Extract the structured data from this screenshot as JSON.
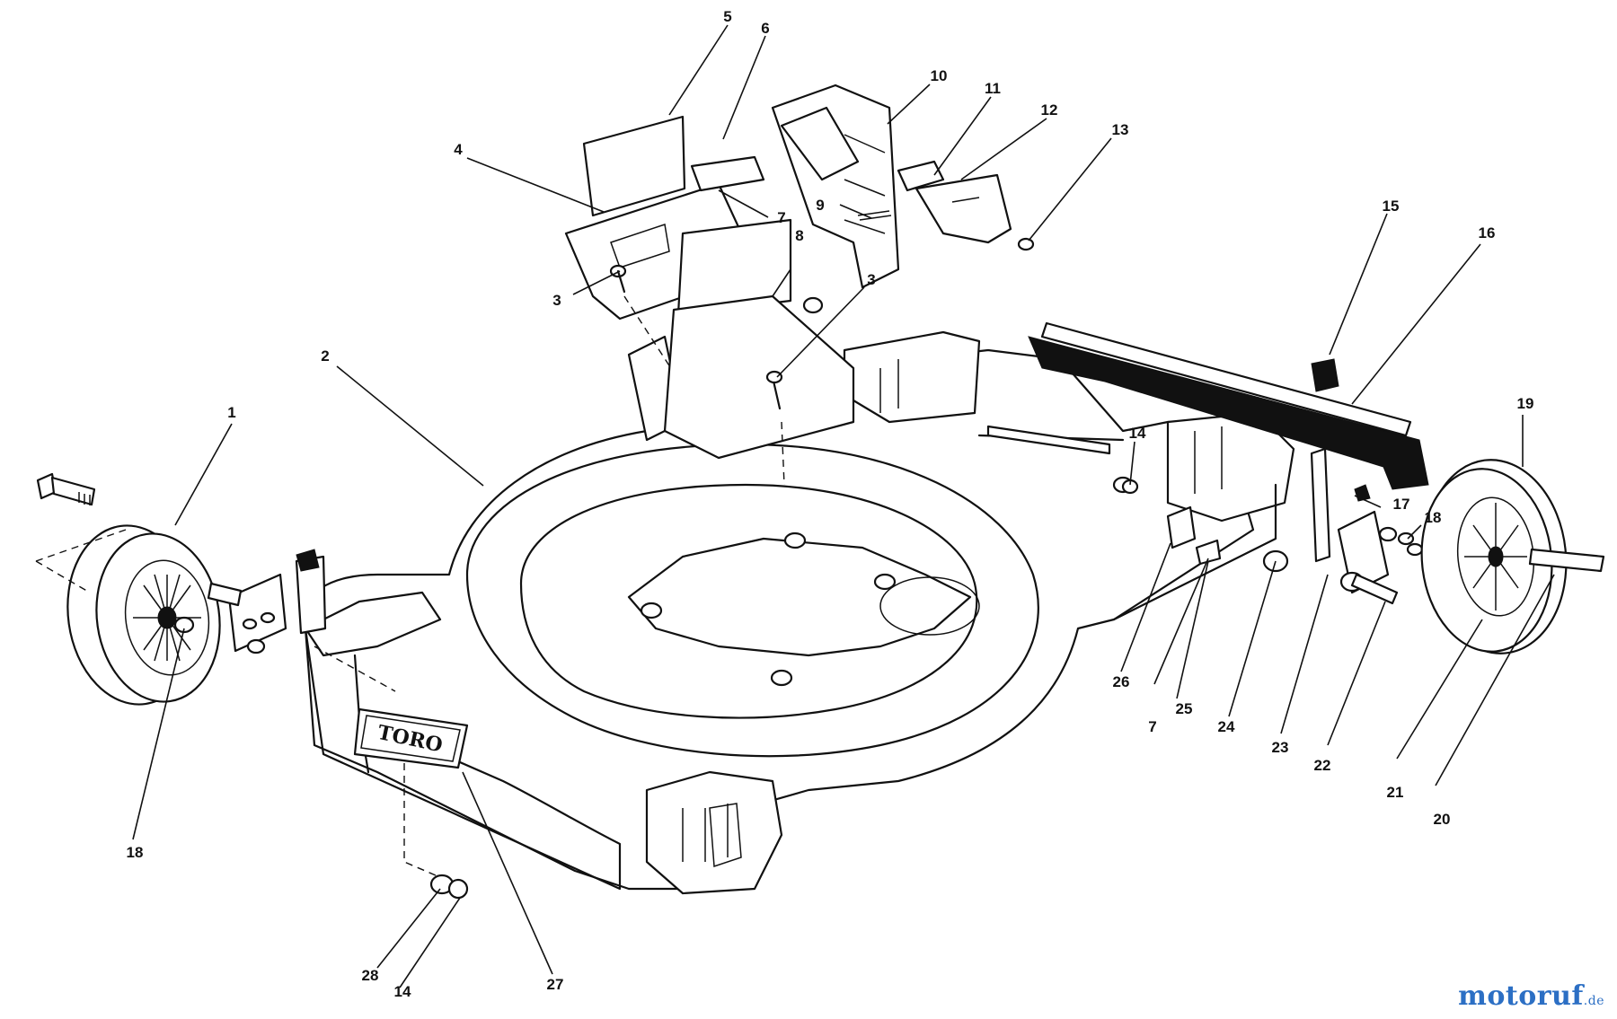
{
  "diagram": {
    "callouts": [
      {
        "id": "c1",
        "label": "1"
      },
      {
        "id": "c2",
        "label": "2"
      },
      {
        "id": "c3a",
        "label": "3"
      },
      {
        "id": "c3b",
        "label": "3"
      },
      {
        "id": "c4",
        "label": "4"
      },
      {
        "id": "c5",
        "label": "5"
      },
      {
        "id": "c6",
        "label": "6"
      },
      {
        "id": "c7a",
        "label": "7"
      },
      {
        "id": "c7b",
        "label": "7"
      },
      {
        "id": "c8",
        "label": "8"
      },
      {
        "id": "c9",
        "label": "9"
      },
      {
        "id": "c10",
        "label": "10"
      },
      {
        "id": "c11",
        "label": "11"
      },
      {
        "id": "c12",
        "label": "12"
      },
      {
        "id": "c13",
        "label": "13"
      },
      {
        "id": "c14a",
        "label": "14"
      },
      {
        "id": "c14b",
        "label": "14"
      },
      {
        "id": "c15",
        "label": "15"
      },
      {
        "id": "c16",
        "label": "16"
      },
      {
        "id": "c17",
        "label": "17"
      },
      {
        "id": "c18a",
        "label": "18"
      },
      {
        "id": "c18b",
        "label": "18"
      },
      {
        "id": "c19",
        "label": "19"
      },
      {
        "id": "c20",
        "label": "20"
      },
      {
        "id": "c21",
        "label": "21"
      },
      {
        "id": "c22",
        "label": "22"
      },
      {
        "id": "c23",
        "label": "23"
      },
      {
        "id": "c24",
        "label": "24"
      },
      {
        "id": "c25",
        "label": "25"
      },
      {
        "id": "c26",
        "label": "26"
      },
      {
        "id": "c27",
        "label": "27"
      },
      {
        "id": "c28",
        "label": "28"
      }
    ],
    "deck_logo": "TORO"
  },
  "watermark": {
    "name": "motoruf",
    "tld": ".de",
    "colors": {
      "brand": "#2c6fc4",
      "ink": "#111111"
    }
  }
}
